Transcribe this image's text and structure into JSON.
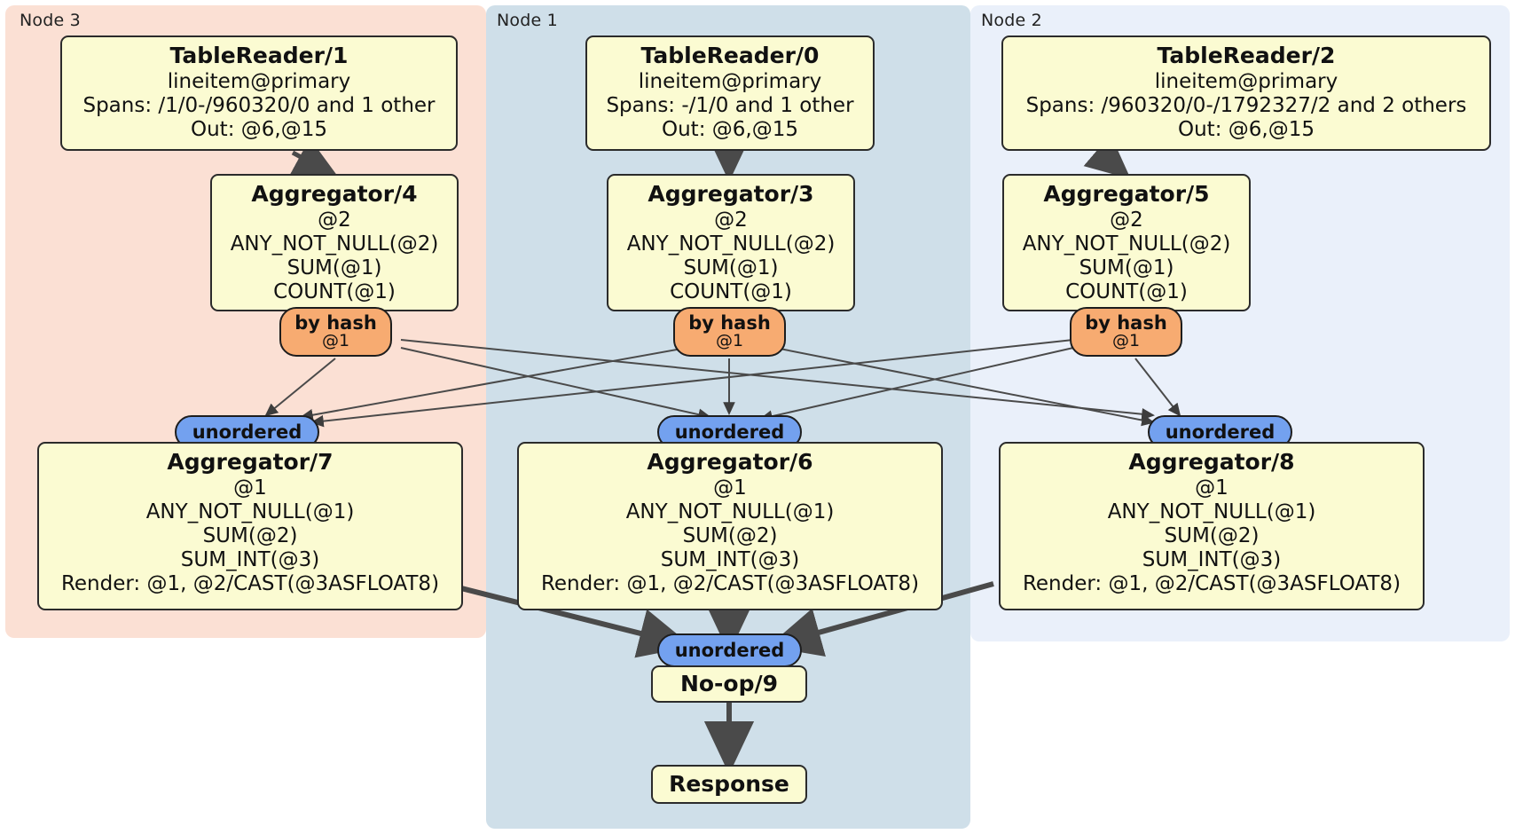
{
  "diagram": {
    "type": "distributed-query-plan",
    "colors": {
      "node3_panel": "#fbe0d4",
      "node1_panel": "#cfdfe9",
      "node2_panel": "#eaf0fa",
      "processor_box": "#fbfbd2",
      "hash_router": "#f7ab71",
      "unordered_synchronizer": "#73a1ef",
      "edge": "#4a4a4a"
    }
  },
  "nodes": [
    {
      "label": "Node 3"
    },
    {
      "label": "Node 1"
    },
    {
      "label": "Node 2"
    }
  ],
  "processors": {
    "table_reader_1": {
      "title": "TableReader/1",
      "lines": [
        "lineitem@primary",
        "Spans: /1/0-/960320/0 and 1 other",
        "Out: @6,@15"
      ]
    },
    "table_reader_0": {
      "title": "TableReader/0",
      "lines": [
        "lineitem@primary",
        "Spans: -/1/0 and 1 other",
        "Out: @6,@15"
      ]
    },
    "table_reader_2": {
      "title": "TableReader/2",
      "lines": [
        "lineitem@primary",
        "Spans: /960320/0-/1792327/2 and 2 others",
        "Out: @6,@15"
      ]
    },
    "aggregator_4": {
      "title": "Aggregator/4",
      "lines": [
        "@2",
        "ANY_NOT_NULL(@2)",
        "SUM(@1)",
        "COUNT(@1)"
      ]
    },
    "aggregator_3": {
      "title": "Aggregator/3",
      "lines": [
        "@2",
        "ANY_NOT_NULL(@2)",
        "SUM(@1)",
        "COUNT(@1)"
      ]
    },
    "aggregator_5": {
      "title": "Aggregator/5",
      "lines": [
        "@2",
        "ANY_NOT_NULL(@2)",
        "SUM(@1)",
        "COUNT(@1)"
      ]
    },
    "aggregator_7": {
      "title": "Aggregator/7",
      "lines": [
        "@1",
        "ANY_NOT_NULL(@1)",
        "SUM(@2)",
        "SUM_INT(@3)",
        "Render: @1, @2/CAST(@3ASFLOAT8)"
      ]
    },
    "aggregator_6": {
      "title": "Aggregator/6",
      "lines": [
        "@1",
        "ANY_NOT_NULL(@1)",
        "SUM(@2)",
        "SUM_INT(@3)",
        "Render: @1, @2/CAST(@3ASFLOAT8)"
      ]
    },
    "aggregator_8": {
      "title": "Aggregator/8",
      "lines": [
        "@1",
        "ANY_NOT_NULL(@1)",
        "SUM(@2)",
        "SUM_INT(@3)",
        "Render: @1, @2/CAST(@3ASFLOAT8)"
      ]
    },
    "noop_9": {
      "title": "No-op/9",
      "lines": []
    },
    "response": {
      "title": "Response",
      "lines": []
    }
  },
  "routers": {
    "hash_left": {
      "label": "by hash",
      "sub": "@1"
    },
    "hash_mid": {
      "label": "by hash",
      "sub": "@1"
    },
    "hash_right": {
      "label": "by hash",
      "sub": "@1"
    },
    "unordered_left": {
      "label": "unordered"
    },
    "unordered_mid": {
      "label": "unordered"
    },
    "unordered_right": {
      "label": "unordered"
    },
    "unordered_final": {
      "label": "unordered"
    }
  }
}
